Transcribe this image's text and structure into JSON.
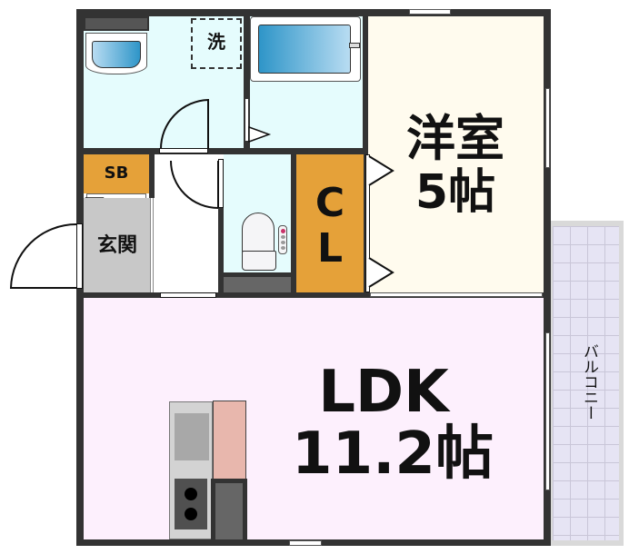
{
  "floor_plan": {
    "rooms": {
      "western_room": {
        "name": "洋室",
        "size": "5帖",
        "color": "#fffbee"
      },
      "ldk": {
        "name": "LDK",
        "size": "11.2帖",
        "color": "#fdf0fd"
      },
      "closet": {
        "label_line1": "C",
        "label_line2": "L",
        "color": "#e5a139"
      },
      "shoe_box": {
        "label": "SB",
        "color": "#e5a139"
      },
      "entrance": {
        "label": "玄関",
        "color": "#c8c8c8"
      },
      "washroom": {
        "washer_label": "洗",
        "color": "#e5fcfd"
      },
      "bath": {
        "color": "#e5fcfd"
      },
      "toilet": {
        "color": "#e5fcfd"
      },
      "hallway": {
        "color": "#ffffff"
      },
      "balcony": {
        "label": "バルコニー",
        "color": "#e6e4f4"
      }
    },
    "colors": {
      "wall": "#333333",
      "tub_blue_dark": "#2e95c8",
      "tub_blue_light": "#b8dcf2",
      "counter": "#d0d0d0",
      "fridge": "#e8b7ad",
      "stove": "#505050"
    }
  }
}
